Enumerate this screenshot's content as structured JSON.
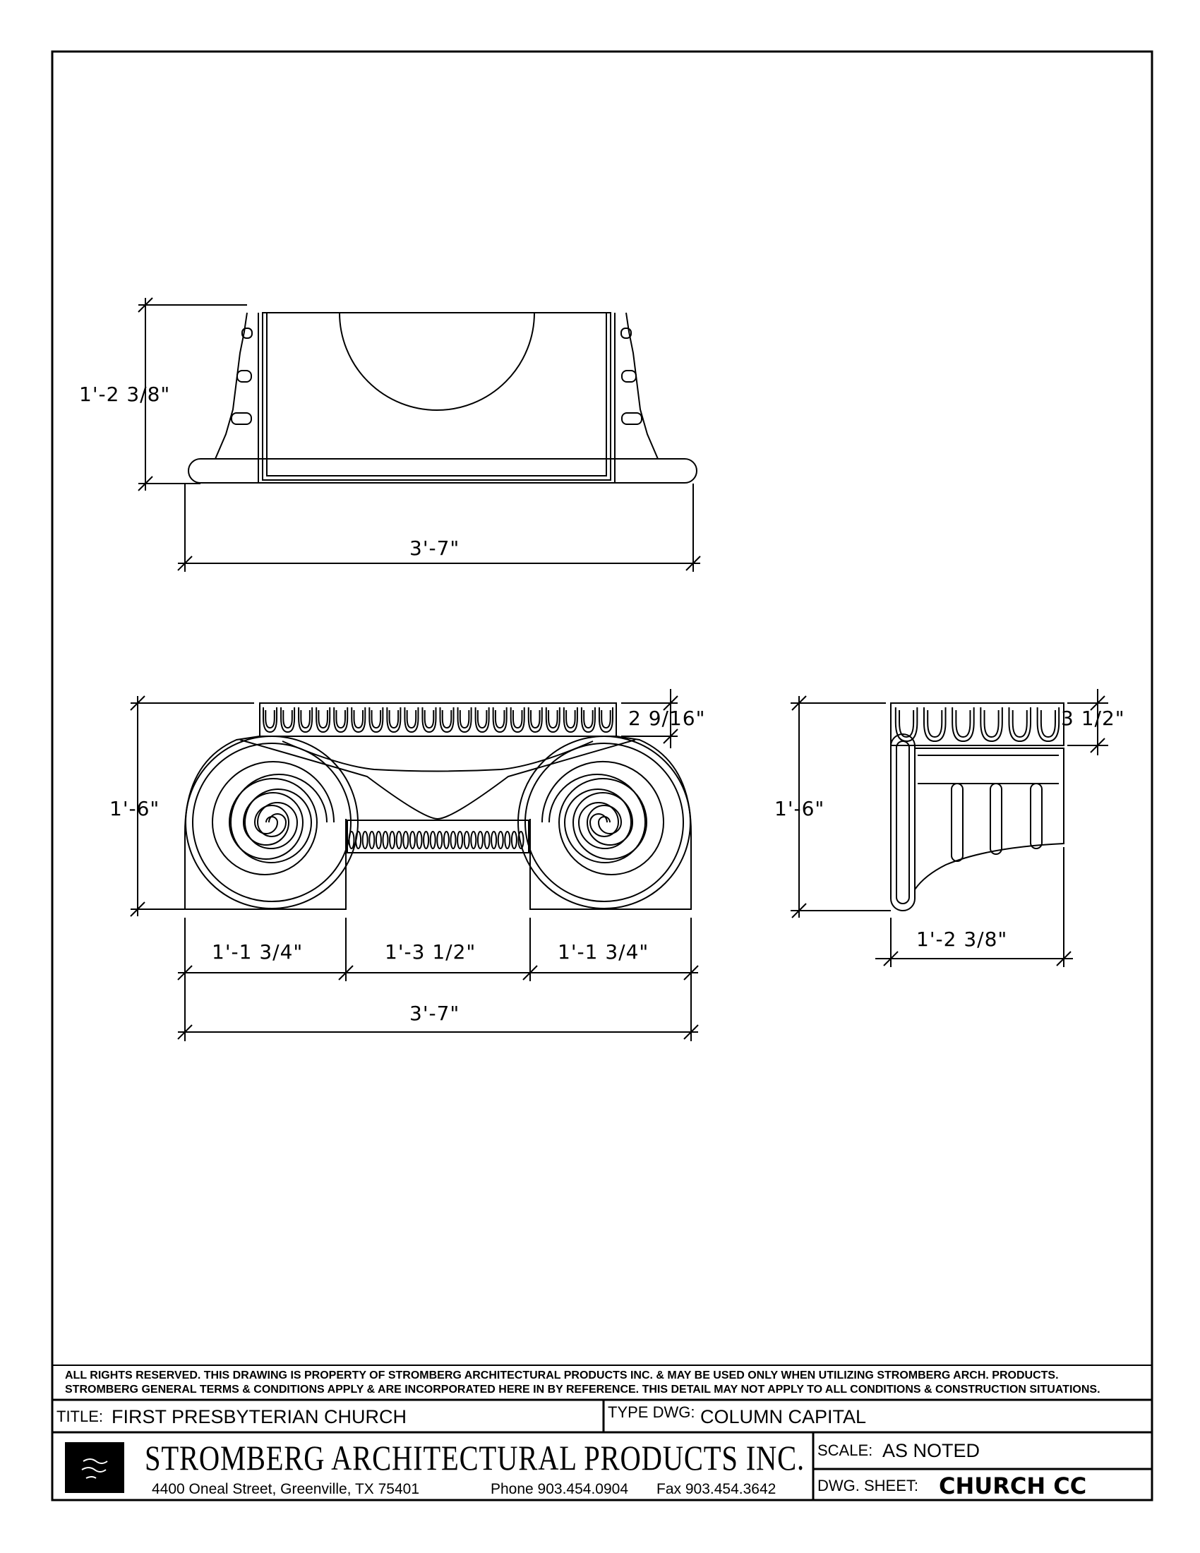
{
  "views": {
    "top_view": {
      "height_dim": "1'-2 3/8\"",
      "width_dim": "3'-7\""
    },
    "front_view": {
      "abacus_dim": "2 9/16\"",
      "height_dim": "1'-6\"",
      "left_dim": "1'-1 3/4\"",
      "center_dim": "1'-3 1/2\"",
      "right_dim": "1'-1 3/4\"",
      "width_dim": "3'-7\""
    },
    "side_view": {
      "abacus_dim": "3 1/2\"",
      "height_dim": "1'-6\"",
      "depth_dim": "1'-2 3/8\""
    }
  },
  "title_block": {
    "disclaimer_line1": "ALL RIGHTS RESERVED. THIS DRAWING IS PROPERTY OF STROMBERG ARCHITECTURAL PRODUCTS INC. & MAY BE USED ONLY WHEN UTILIZING STROMBERG ARCH. PRODUCTS.",
    "disclaimer_line2": "STROMBERG GENERAL TERMS & CONDITIONS APPLY & ARE INCORPORATED HERE IN BY REFERENCE. THIS DETAIL MAY NOT APPLY TO ALL CONDITIONS & CONSTRUCTION SITUATIONS.",
    "title_label": "TITLE:",
    "title_value": "FIRST PRESBYTERIAN CHURCH",
    "type_label": "TYPE DWG:",
    "type_value": "COLUMN CAPITAL",
    "company_name": "STROMBERG ARCHITECTURAL PRODUCTS INC.",
    "address": "4400 Oneal Street, Greenville, TX  75401",
    "phone": "Phone 903.454.0904",
    "fax": "Fax 903.454.3642",
    "scale_label": "SCALE:",
    "scale_value": "AS NOTED",
    "sheet_label": "DWG. SHEET:",
    "sheet_value": "CHURCH CC"
  }
}
